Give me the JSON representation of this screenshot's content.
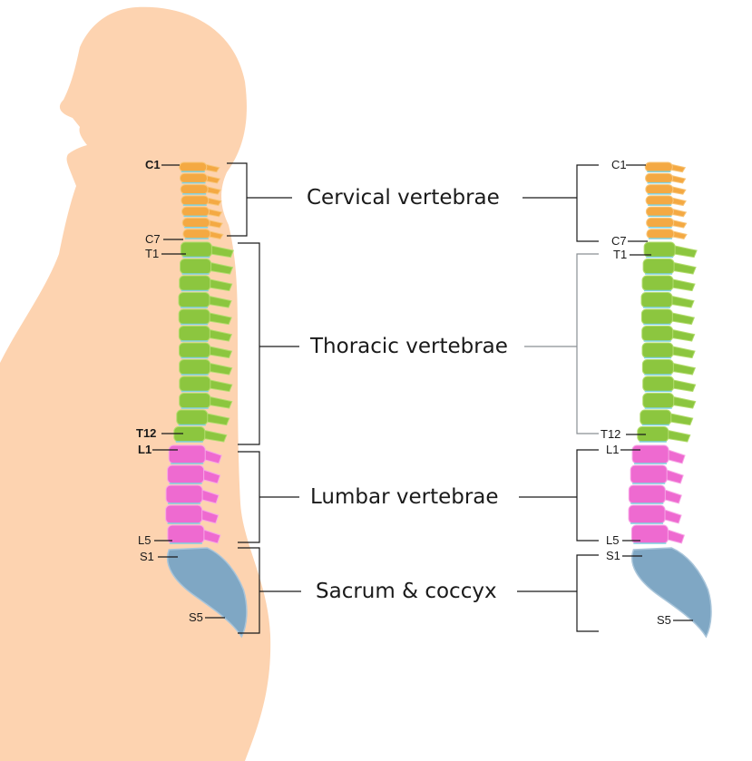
{
  "colors": {
    "body": "#fdd3b0",
    "cervical": "#f4a943",
    "cervical_light": "#f8c67a",
    "thoracic": "#8cc63f",
    "thoracic_light": "#b3dc6e",
    "lumbar": "#ee6ad0",
    "lumbar_light": "#f7a6e6",
    "sacrum": "#7fa7c4",
    "sacrum_light": "#a9c5da",
    "disc": "#7fd2e0"
  },
  "regions": {
    "cervical": "Cervical vertebrae",
    "thoracic": "Thoracic vertebrae",
    "lumbar": "Lumbar vertebrae",
    "sacrum": "Sacrum & coccyx"
  },
  "left_labels": {
    "c1": "C1",
    "c7": "C7",
    "t1": "T1",
    "t12": "T12",
    "l1": "L1",
    "l5": "L5",
    "s1": "S1",
    "s5": "S5"
  },
  "right_labels": {
    "c1": "C1",
    "c7": "C7",
    "t1": "T1",
    "t12": "T12",
    "l1": "L1",
    "l5": "L5",
    "s1": "S1",
    "s5": "S5"
  }
}
